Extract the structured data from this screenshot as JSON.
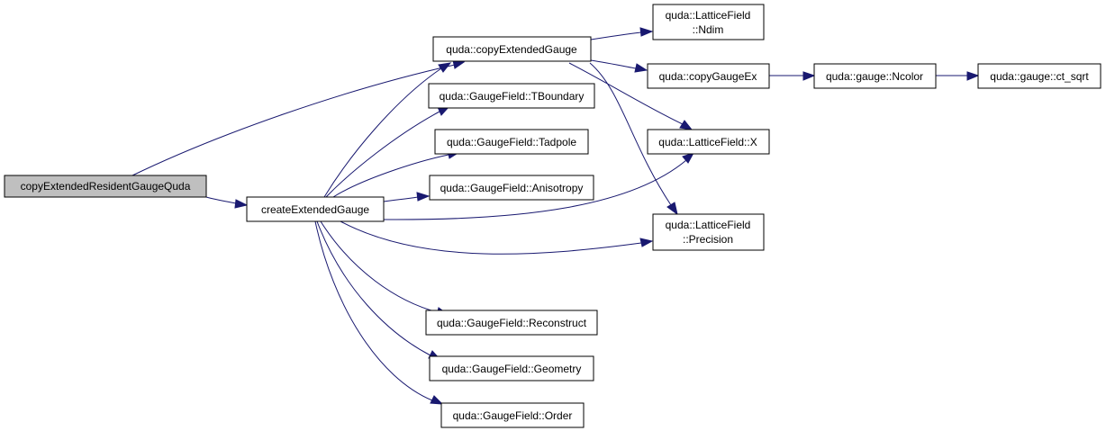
{
  "graph": {
    "colors": {
      "edge": "#191970",
      "node_fill": "#ffffff",
      "root_fill": "#bfbfbf",
      "border": "#000000"
    },
    "nodes": {
      "root": {
        "lines": [
          "copyExtendedResidentGaugeQuda"
        ]
      },
      "createExt": {
        "lines": [
          "createExtendedGauge"
        ]
      },
      "copyExt": {
        "lines": [
          "quda::copyExtendedGauge"
        ]
      },
      "tboundary": {
        "lines": [
          "quda::GaugeField::TBoundary"
        ]
      },
      "tadpole": {
        "lines": [
          "quda::GaugeField::Tadpole"
        ]
      },
      "anisotropy": {
        "lines": [
          "quda::GaugeField::Anisotropy"
        ]
      },
      "reconstruct": {
        "lines": [
          "quda::GaugeField::Reconstruct"
        ]
      },
      "geometry": {
        "lines": [
          "quda::GaugeField::Geometry"
        ]
      },
      "order": {
        "lines": [
          "quda::GaugeField::Order"
        ]
      },
      "ndim": {
        "lines": [
          "quda::LatticeField",
          "::Ndim"
        ]
      },
      "copyGaugeEx": {
        "lines": [
          "quda::copyGaugeEx"
        ]
      },
      "latticeX": {
        "lines": [
          "quda::LatticeField::X"
        ]
      },
      "precision": {
        "lines": [
          "quda::LatticeField",
          "::Precision"
        ]
      },
      "ncolor": {
        "lines": [
          "quda::gauge::Ncolor"
        ]
      },
      "ctsqrt": {
        "lines": [
          "quda::gauge::ct_sqrt"
        ]
      }
    },
    "edges": [
      [
        "root",
        "copyExt"
      ],
      [
        "root",
        "createExt"
      ],
      [
        "createExt",
        "copyExt"
      ],
      [
        "createExt",
        "tboundary"
      ],
      [
        "createExt",
        "tadpole"
      ],
      [
        "createExt",
        "anisotropy"
      ],
      [
        "createExt",
        "latticeX"
      ],
      [
        "createExt",
        "precision"
      ],
      [
        "createExt",
        "reconstruct"
      ],
      [
        "createExt",
        "geometry"
      ],
      [
        "createExt",
        "order"
      ],
      [
        "copyExt",
        "ndim"
      ],
      [
        "copyExt",
        "copyGaugeEx"
      ],
      [
        "copyExt",
        "latticeX"
      ],
      [
        "copyExt",
        "precision"
      ],
      [
        "copyGaugeEx",
        "ncolor"
      ],
      [
        "ncolor",
        "ctsqrt"
      ]
    ]
  }
}
